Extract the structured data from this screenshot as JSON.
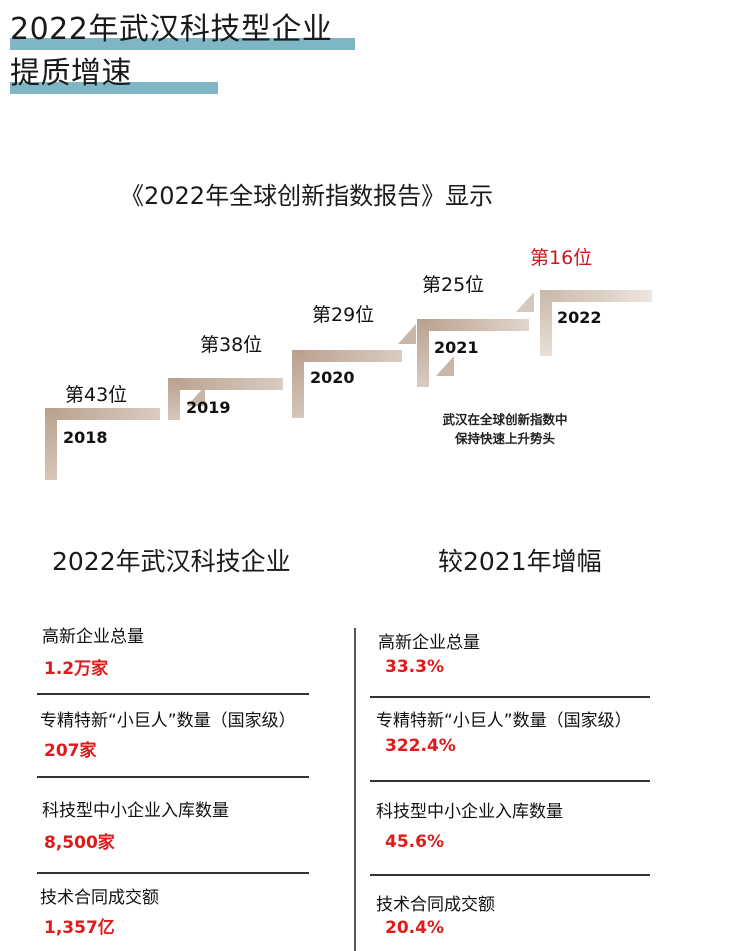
{
  "header": {
    "title_line1": "2022年武汉科技型企业",
    "title_line2": "提质增速",
    "highlight_color": "#7fb6c6"
  },
  "report_caption": "《2022年全球创新指数报告》显示",
  "ranking": {
    "steps": [
      {
        "year": "2018",
        "rank": "第43位"
      },
      {
        "year": "2019",
        "rank": "第38位"
      },
      {
        "year": "2020",
        "rank": "第29位"
      },
      {
        "year": "2021",
        "rank": "第25位"
      },
      {
        "year": "2022",
        "rank": "第16位"
      }
    ],
    "note_line1": "武汉在全球创新指数中",
    "note_line2": "保持快速上升势头",
    "highlight_color": "#c8171d"
  },
  "left_column": {
    "heading": "2022年武汉科技企业",
    "items": [
      {
        "label": "高新企业总量",
        "value": "1.2万家"
      },
      {
        "label": "专精特新“小巨人”数量（国家级）",
        "value": "207家"
      },
      {
        "label": "科技型中小企业入库数量",
        "value": "8,500家"
      },
      {
        "label": "技术合同成交额",
        "value": "1,357亿"
      }
    ]
  },
  "right_column": {
    "heading": "较2021年增幅",
    "items": [
      {
        "label": "高新企业总量",
        "value": "33.3%"
      },
      {
        "label": "专精特新“小巨人”数量（国家级）",
        "value": "322.4%"
      },
      {
        "label": "科技型中小企业入库数量",
        "value": "45.6%"
      },
      {
        "label": "技术合同成交额",
        "value": "20.4%"
      }
    ]
  },
  "value_color": "#e01a1a"
}
